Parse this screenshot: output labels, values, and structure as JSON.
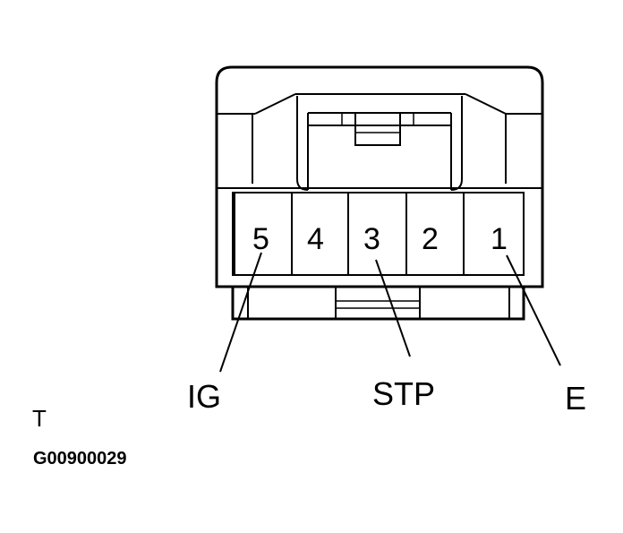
{
  "connector": {
    "pins": [
      {
        "number": "5"
      },
      {
        "number": "4"
      },
      {
        "number": "3"
      },
      {
        "number": "2"
      },
      {
        "number": "1"
      }
    ]
  },
  "labels": {
    "ig": "IG",
    "stp": "STP",
    "e": "E"
  },
  "footer": {
    "mark": "T",
    "figure_code": "G00900029"
  }
}
